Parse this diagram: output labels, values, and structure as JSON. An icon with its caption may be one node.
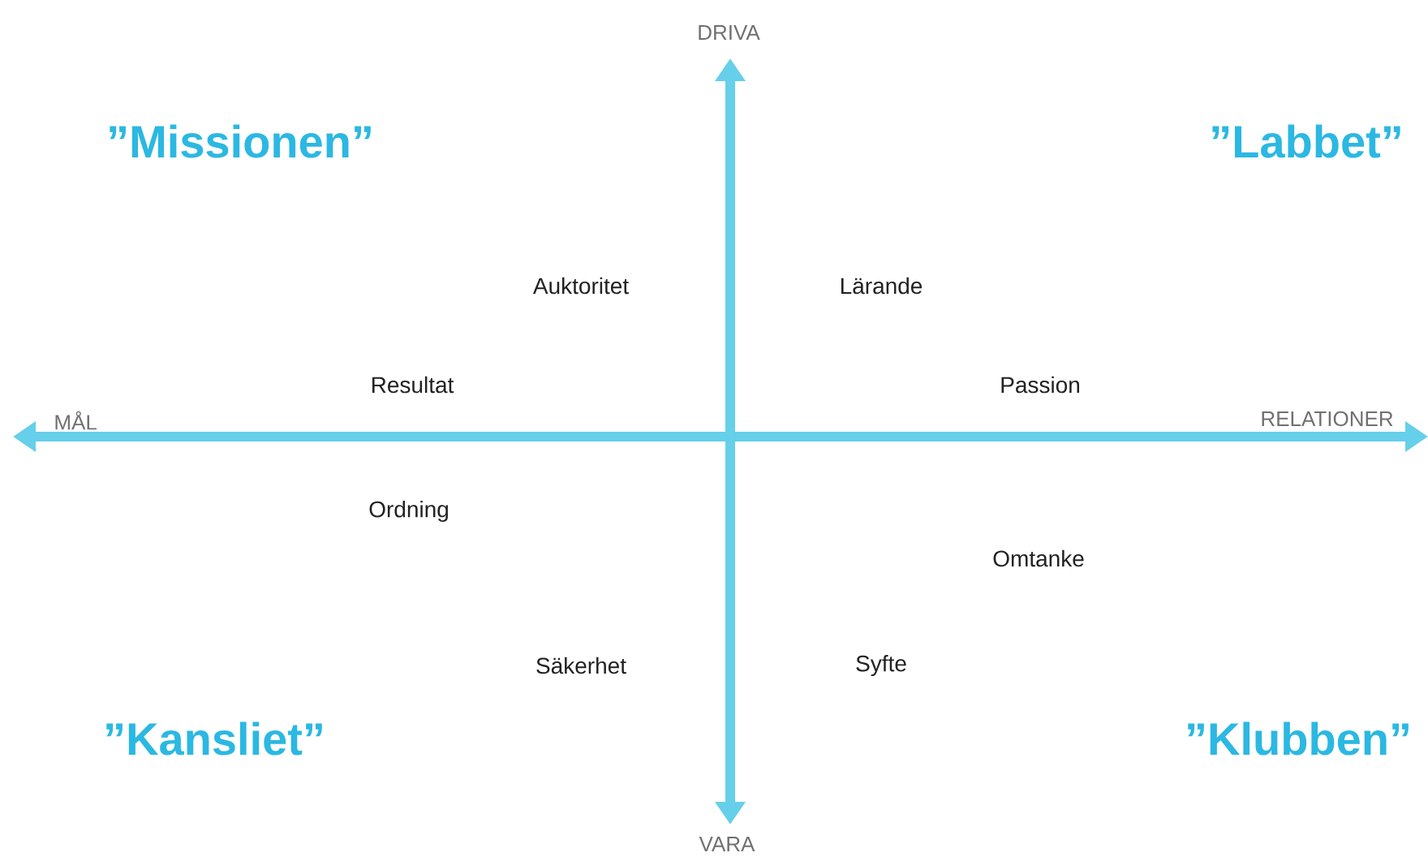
{
  "diagram": {
    "labels": [
      "DRIVA",
      "”Missionen”",
      "”Labbet”",
      "Auktoritet",
      "Lärande",
      "Resultat",
      "Passion",
      "MÅL",
      "RELATIONER",
      "Ordning",
      "Omtanke",
      "Säkerhet",
      "Syfte",
      "”Kansliet”",
      "”Klubben”",
      "VARA"
    ]
  }
}
